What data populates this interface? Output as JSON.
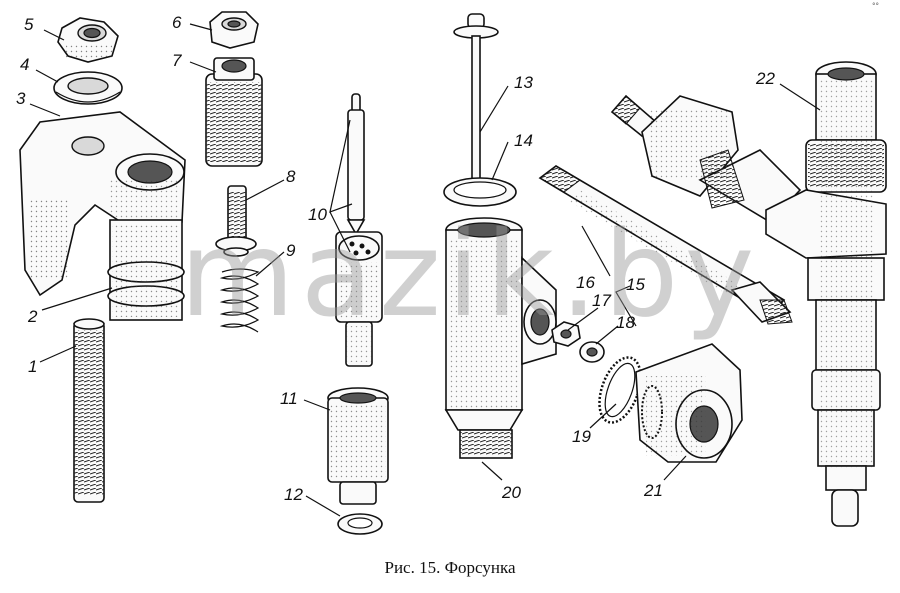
{
  "caption": "Рис. 15. Форсунка",
  "watermark": "mazik.by",
  "corner_mark": "°°",
  "part_labels": [
    "1",
    "2",
    "3",
    "4",
    "5",
    "6",
    "7",
    "8",
    "9",
    "10",
    "11",
    "12",
    "13",
    "14",
    "15",
    "16",
    "17",
    "18",
    "19",
    "20",
    "21",
    "22"
  ]
}
